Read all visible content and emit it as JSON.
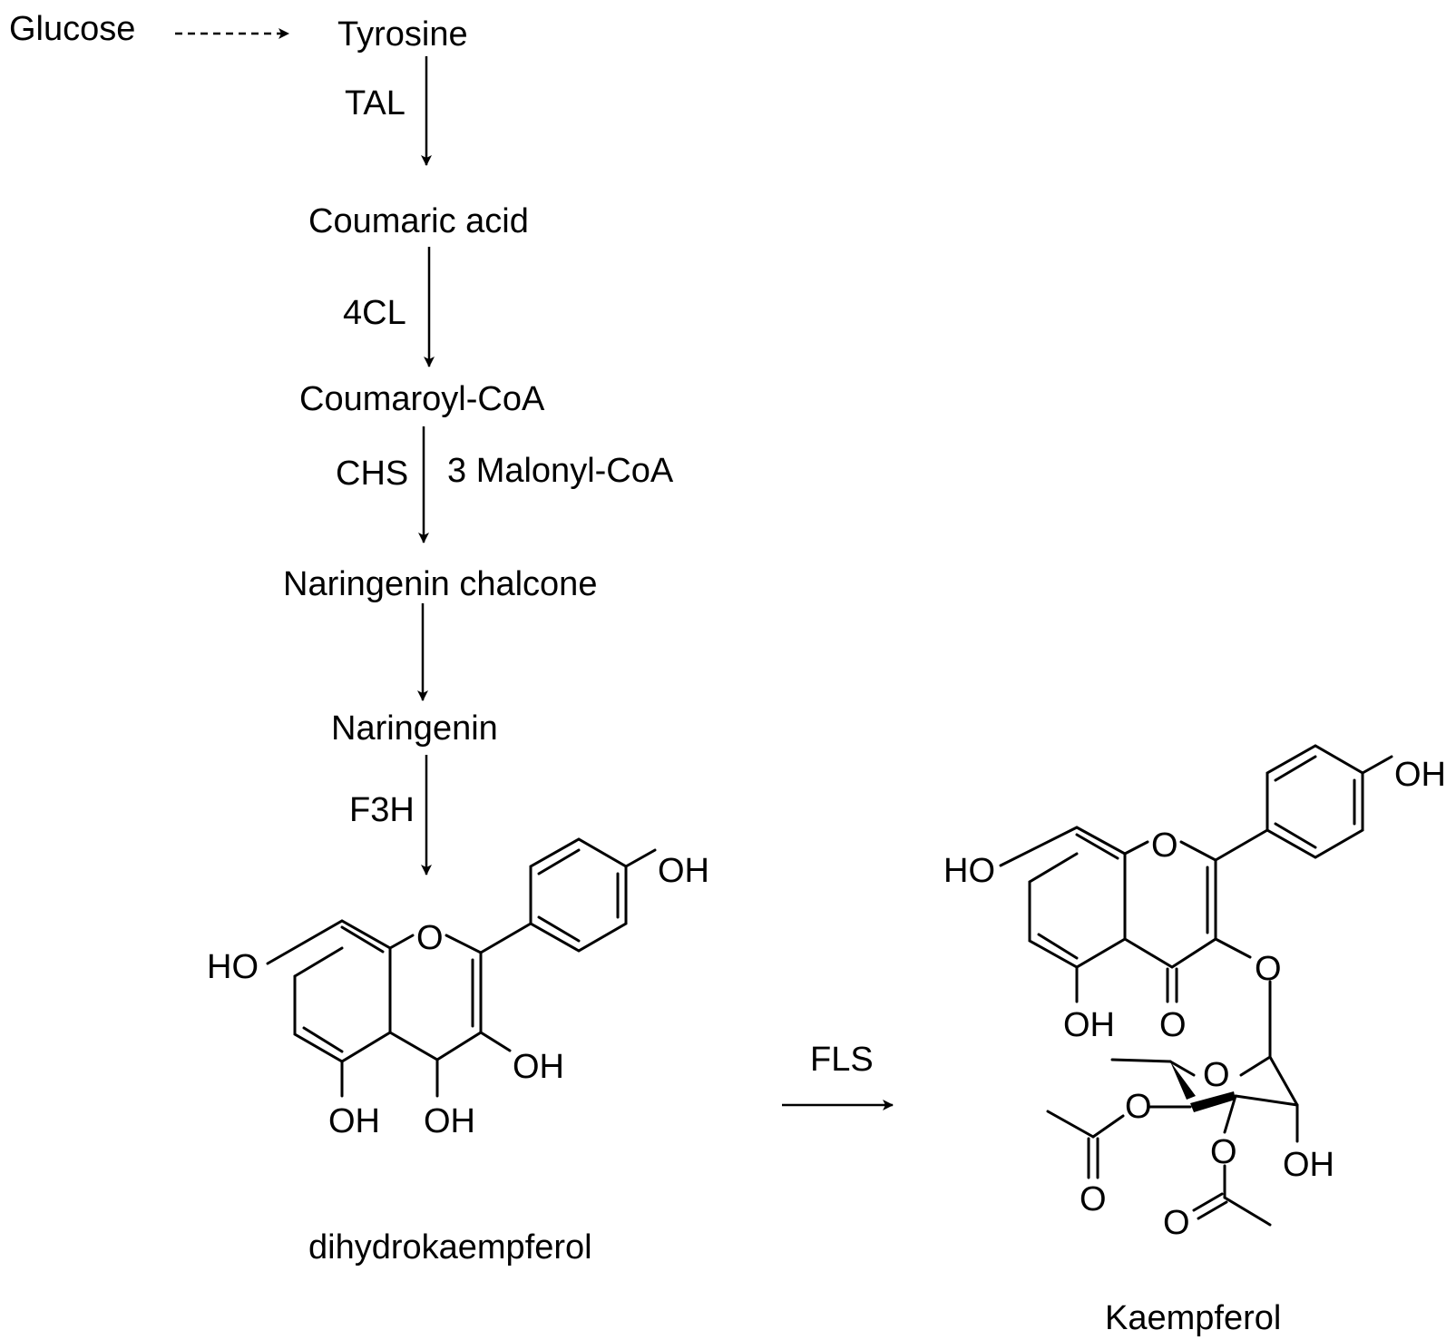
{
  "pathway": {
    "glucose": "Glucose",
    "tyrosine": "Tyrosine",
    "tal": "TAL",
    "coumaric_acid": "Coumaric acid",
    "four_cl": "4CL",
    "coumaroyl_coa": "Coumaroyl-CoA",
    "chs": "CHS",
    "malonyl_coa": "3 Malonyl-CoA",
    "naringenin_chalcone": "Naringenin chalcone",
    "naringenin": "Naringenin",
    "f3h": "F3H",
    "fls": "FLS"
  },
  "dhk": {
    "name": "dihydrokaempferol",
    "ho7": "HO",
    "ring_o": "O",
    "oh4p": "OH",
    "oh3": "OH",
    "oh5": "OH",
    "oh4": "OH"
  },
  "kae": {
    "name": "Kaempferol",
    "ho7": "HO",
    "ring_o": "O",
    "oh4p": "OH",
    "oh5": "OH",
    "carbonyl_o": "O",
    "glyco_o": "O",
    "sugar_o": "O",
    "oac_o1": "O",
    "oac_co1": "O",
    "oac_o2": "O",
    "oac_co2": "O",
    "sugar_oh": "OH"
  }
}
